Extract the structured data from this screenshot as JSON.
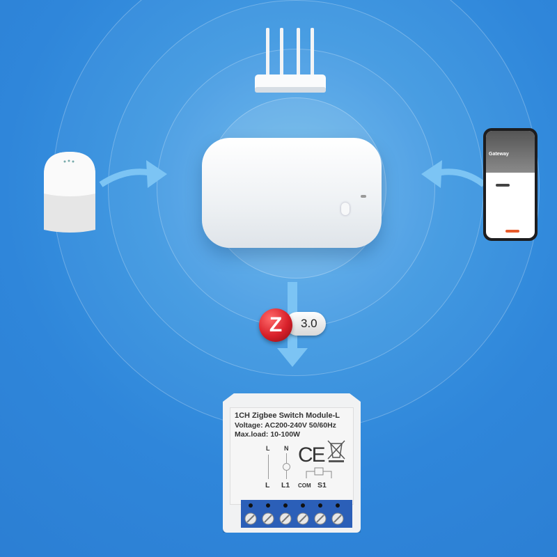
{
  "badge": {
    "version": "3.0",
    "logo_letter": "Z"
  },
  "phone": {
    "screen_title": "Gateway"
  },
  "module": {
    "title": "1CH Zigbee Switch Module-L",
    "voltage": "Voltage: AC200-240V 50/60Hz",
    "max_load": "Max.load: 10-100W",
    "top_l": "L",
    "top_n": "N",
    "ce_mark": "CE",
    "terminals": [
      "L",
      "L1",
      "COM",
      "S1"
    ]
  },
  "colors": {
    "background": "#2f86da",
    "arrow": "#7cc4f4",
    "badge_red": "#d8202a",
    "terminal_blue": "#2b5fb8"
  }
}
